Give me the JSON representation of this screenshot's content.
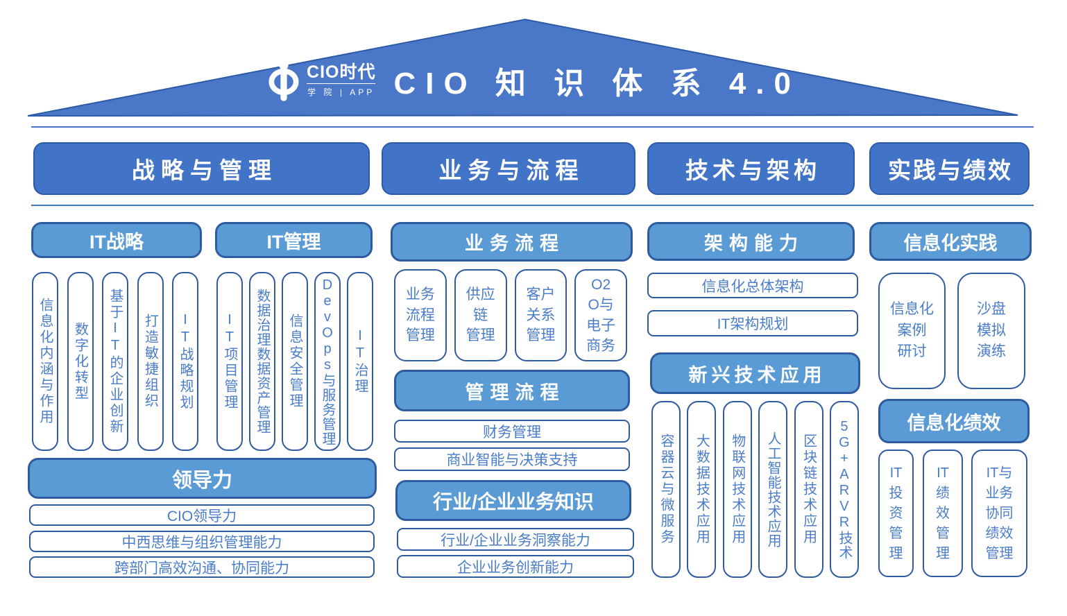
{
  "roof": {
    "logo_name": "CIO时代",
    "logo_sub": "学 院 | APP",
    "title": "CIO 知 识 体 系 4.0"
  },
  "pillars": {
    "strategy": "战略与管理",
    "business": "业务与流程",
    "technology": "技术与架构",
    "practice": "实践与绩效"
  },
  "strategy": {
    "it_strategy_label": "IT战略",
    "it_strategy_items": [
      "信息化内涵与作用",
      "数字化转型",
      "基于IT的企业创新",
      "打造敏捷组织",
      "IT战略规划"
    ],
    "it_management_label": "IT管理",
    "it_management_items": [
      "IT项目管理",
      "数据治理数据资产管理",
      "信息安全管理",
      "DevOps与服务管理",
      "IT治理"
    ],
    "leadership_label": "领导力",
    "leadership_items": [
      "CIO领导力",
      "中西思维与组织管理能力",
      "跨部门高效沟通、协同能力"
    ]
  },
  "business": {
    "process_label": "业务流程",
    "process_items": [
      "业务\n流程\n管理",
      "供应\n链\n管理",
      "客户\n关系\n管理",
      "O2\nO与\n电子\n商务"
    ],
    "mgmt_label": "管理流程",
    "mgmt_items": [
      "财务管理",
      "商业智能与决策支持"
    ],
    "industry_label": "行业/企业业务知识",
    "industry_items": [
      "行业/企业业务洞察能力",
      "企业业务创新能力"
    ]
  },
  "technology": {
    "arch_label": "架构能力",
    "arch_items": [
      "信息化总体架构",
      "IT架构规划"
    ],
    "emerging_label": "新兴技术应用",
    "emerging_items": [
      "容器云与微服务",
      "大数据技术应用",
      "物联网技术应用",
      "人工智能技术应用",
      "区块链技术应用",
      "5G+ARVR技术"
    ]
  },
  "practice": {
    "practice_label": "信息化实践",
    "practice_items": [
      "信息化\n案例\n研讨",
      "沙盘\n模拟\n演练"
    ],
    "perf_label": "信息化绩效",
    "perf_items": [
      "IT\n投\n资\n管\n理",
      "IT\n绩\n效\n管\n理",
      "IT与\n业务\n协同\n绩效\n管理"
    ]
  },
  "colors": {
    "pillar_blue": "#4173c6",
    "light_blue": "#5b9bd5",
    "border_navy": "#2e5b9f",
    "text_blue": "#4a7dc9",
    "roof_blue": "#4a77c8"
  }
}
